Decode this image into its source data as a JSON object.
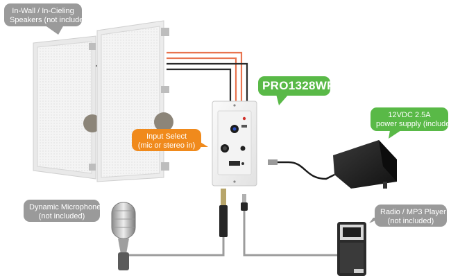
{
  "callouts": {
    "speakers": {
      "line1": "In-Wall / In-Cieling",
      "line2": "Speakers (not included)"
    },
    "input_select": {
      "line1": "Input Select",
      "line2": "(mic or stereo in)"
    },
    "model": {
      "label": "PRO1328WP"
    },
    "power": {
      "line1": "12VDC 2.5A",
      "line2": "power supply (included)"
    },
    "microphone": {
      "line1": "Dynamic Microphone",
      "line2": "(not included)"
    },
    "radio": {
      "line1": "Radio / MP3 Player",
      "line2": "(not included)"
    }
  },
  "colors": {
    "callout_grey": "#9a9a9a",
    "callout_orange": "#f08a1c",
    "callout_green": "#59b947",
    "speaker_wire_red": "#e8744f",
    "speaker_wire_black": "#2a2a2a",
    "cable_grey": "#9c9c9c"
  }
}
